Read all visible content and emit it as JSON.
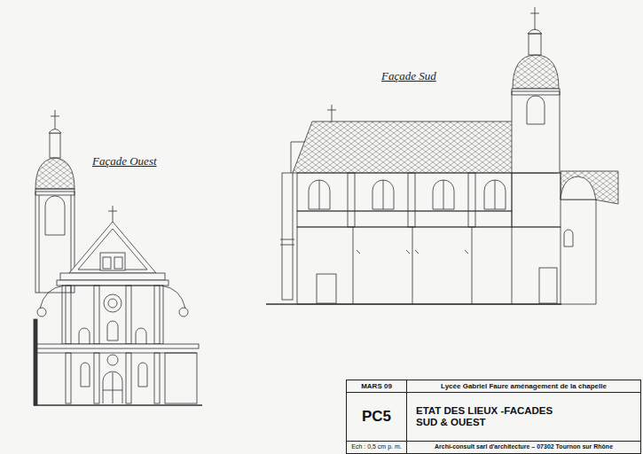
{
  "diagram": {
    "nodes": [
      {
        "text": [
          "MARS 09"
        ]
      },
      {
        "text": [
          "Lycée Gabriel Faure aménagement de la chapelle"
        ]
      },
      {
        "text": [
          "PC5"
        ]
      },
      {
        "text": [
          "ETAT DES LIEUX -FACADES SUD & OUEST"
        ]
      },
      {
        "text": [
          "Ech : 0,5 cm p. m."
        ]
      },
      {
        "text": [
          "Archi-consult sarl d'architecture – 07302 Tournon sur Rhône"
        ]
      }
    ],
    "labels": [
      "Façade Ouest",
      "Façade Sud"
    ]
  }
}
